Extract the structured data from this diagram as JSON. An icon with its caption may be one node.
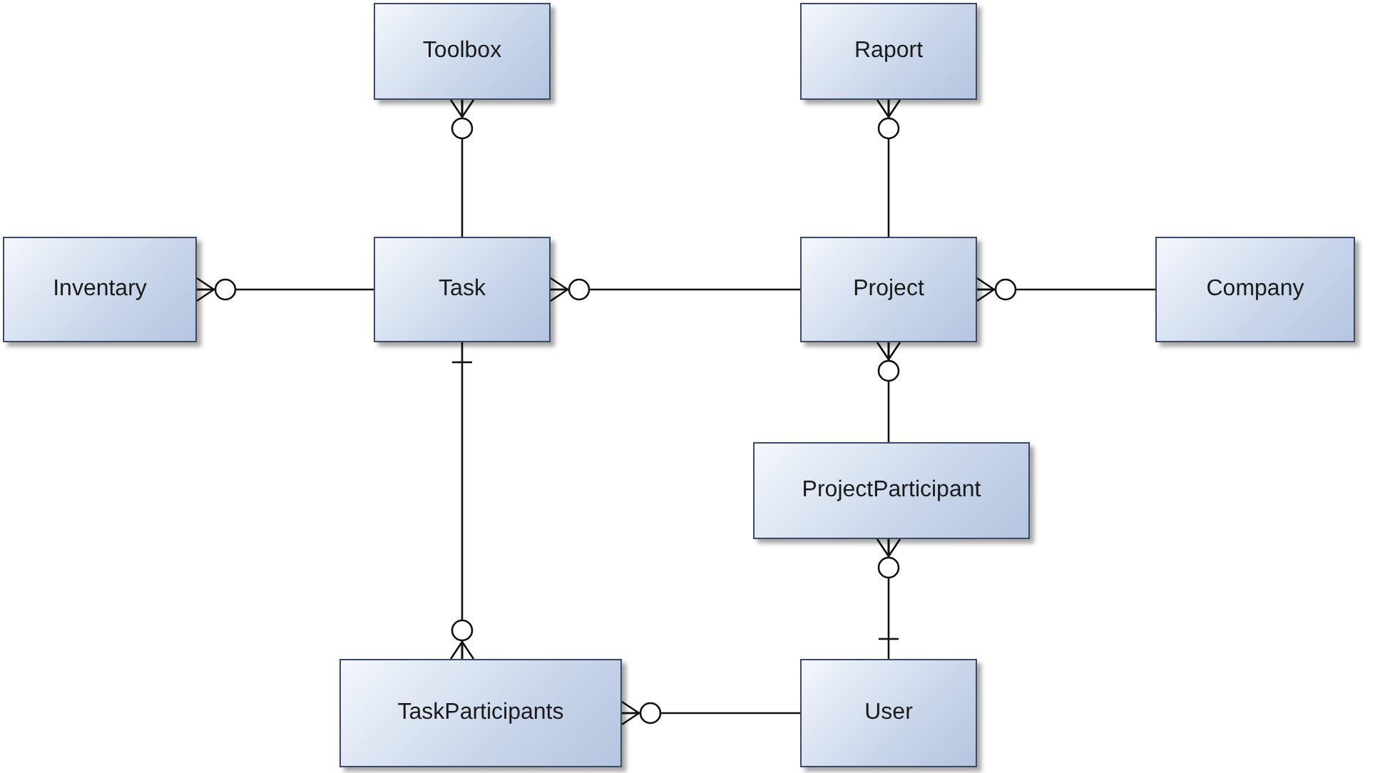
{
  "diagram": {
    "nodes": [
      {
        "text": [
          "Toolbox"
        ]
      },
      {
        "text": [
          "Raport"
        ]
      },
      {
        "text": [
          "Inventary"
        ]
      },
      {
        "text": [
          "Task"
        ]
      },
      {
        "text": [
          "Project"
        ]
      },
      {
        "text": [
          "Company"
        ]
      },
      {
        "text": [
          "ProjectParticipant"
        ]
      },
      {
        "text": [
          "TaskParticipants"
        ]
      },
      {
        "text": [
          "User"
        ]
      }
    ],
    "edges": [
      {
        "from": 3,
        "to": 0,
        "arrow": "other"
      },
      {
        "from": 3,
        "to": 2,
        "arrow": "other"
      },
      {
        "from": 4,
        "to": 3,
        "arrow": "other"
      },
      {
        "from": 4,
        "to": 1,
        "arrow": "other"
      },
      {
        "from": 5,
        "to": 4,
        "arrow": "other"
      },
      {
        "from": 6,
        "to": 4,
        "arrow": "other"
      },
      {
        "from": 3,
        "to": 7,
        "arrow": "other"
      },
      {
        "from": 8,
        "to": 6,
        "arrow": "other"
      },
      {
        "from": 8,
        "to": 7,
        "arrow": "other"
      }
    ]
  }
}
